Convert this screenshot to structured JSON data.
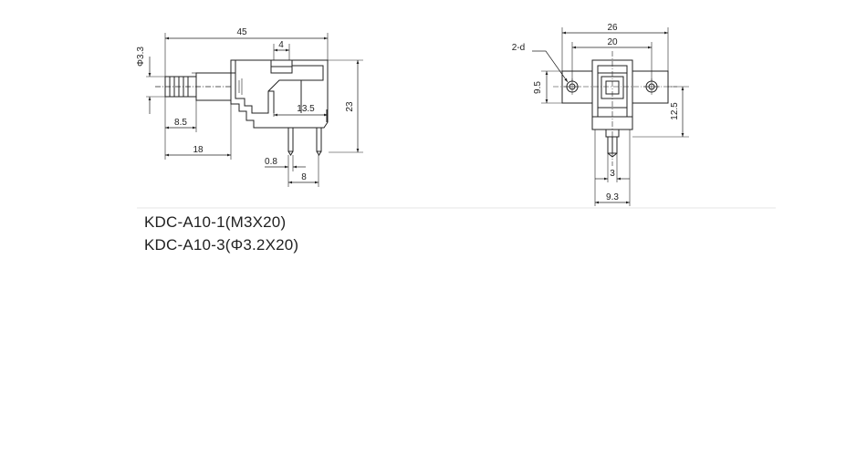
{
  "side_view": {
    "dims": {
      "total_length": "45",
      "top_gap": "4",
      "shaft_diameter": "Φ3.3",
      "inner_depth": "13.5",
      "height": "23",
      "shaft_length": "8.5",
      "front_length": "18",
      "pin_thickness": "0.8",
      "pin_pitch": "8"
    }
  },
  "front_view": {
    "dims": {
      "overall_width": "26",
      "hole_pitch": "20",
      "holes": "2-d",
      "hole_height": "9.5",
      "lower_height": "12.5",
      "pin_width": "3",
      "base_width": "9.3"
    }
  },
  "models": [
    "KDC-A10-1(M3X20)",
    "KDC-A10-3(Φ3.2X20)"
  ]
}
